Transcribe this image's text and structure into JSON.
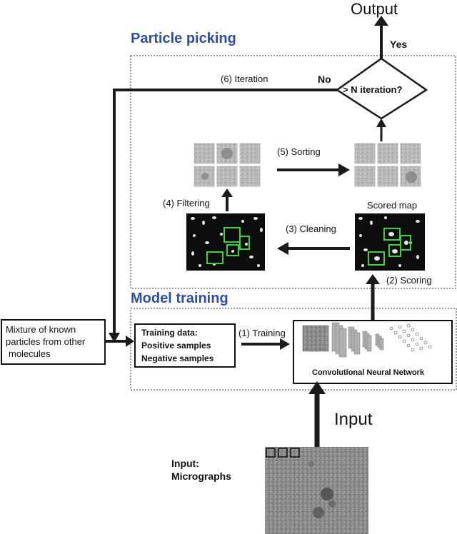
{
  "labels": {
    "output": "Output",
    "yes": "Yes",
    "no": "No",
    "decision": "> N iteration?",
    "iteration": "(6) Iteration",
    "particle_picking": "Particle picking",
    "sorting": "(5) Sorting",
    "filtering": "(4) Filtering",
    "scored_map": "Scored map",
    "cleaning": "(3) Cleaning",
    "scoring": "(2) Scoring",
    "model_training": "Model training",
    "mixture_line1": "Mixture of known",
    "mixture_line2": "particles from other",
    "mixture_line3": "molecules",
    "training_data": "Training data:",
    "positive": "Positive samples",
    "negative": "Negative samples",
    "training": "(1) Training",
    "cnn": "Convolutional Neural Network",
    "input_arrow": "Input",
    "input_label_1": "Input:",
    "input_label_2": "Micrographs"
  },
  "colors": {
    "section_title": "#2c4ea8",
    "box_green": "#3cd23c",
    "arrow": "#1a1a1a"
  }
}
